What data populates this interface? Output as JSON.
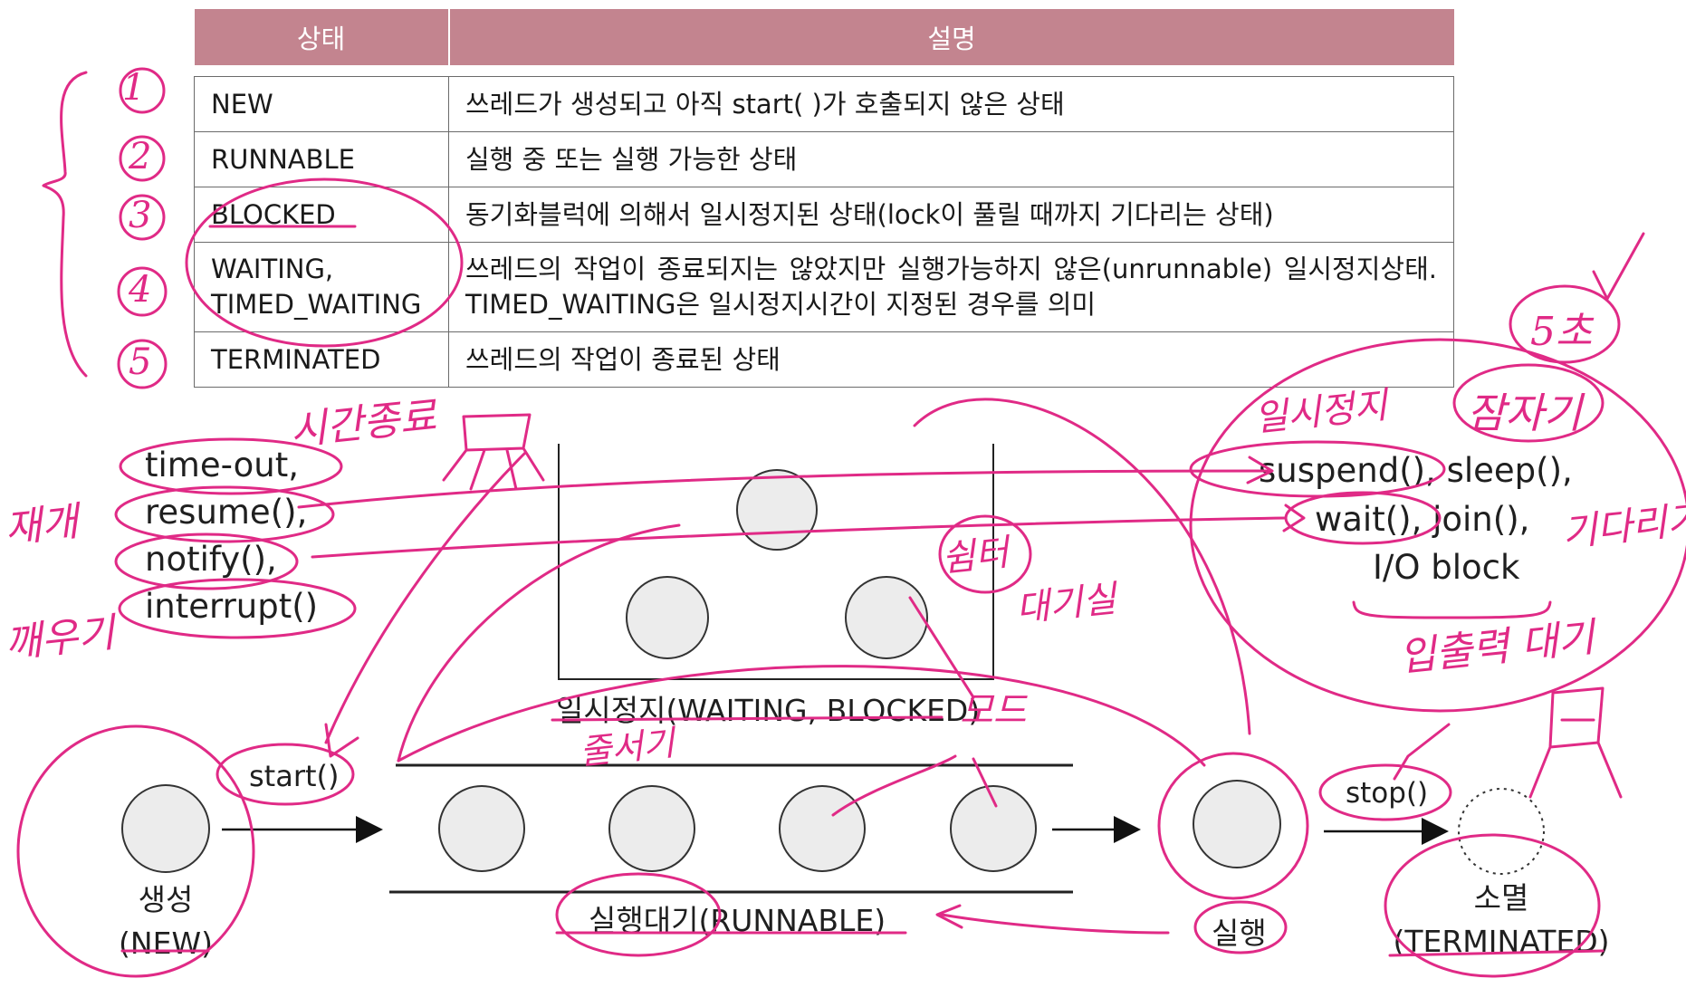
{
  "table": {
    "headers": [
      "상태",
      "설명"
    ],
    "rows": [
      {
        "state": "NEW",
        "desc": "쓰레드가 생성되고 아직 start( )가 호출되지 않은 상태"
      },
      {
        "state": "RUNNABLE",
        "desc": "실행 중 또는 실행 가능한 상태"
      },
      {
        "state": "BLOCKED",
        "desc": "동기화블럭에 의해서 일시정지된 상태(lock이 풀릴 때까지 기다리는 상태)"
      },
      {
        "state": "WAITING,\nTIMED_WAITING",
        "desc": "쓰레드의 작업이 종료되지는 않았지만 실행가능하지 않은(unrunnable) 일시정지상태. TIMED_WAITING은 일시정지시간이 지정된 경우를 의미"
      },
      {
        "state": "TERMINATED",
        "desc": "쓰레드의 작업이 종료된 상태"
      }
    ]
  },
  "diagram": {
    "left_methods": [
      "time-out,",
      "resume(),",
      "notify(),",
      "interrupt()"
    ],
    "right_methods": {
      "line1": "suspend(),  sleep(),",
      "line2": "wait(),  join(),",
      "line3": "I/O  block"
    },
    "start_label": "start()",
    "stop_label": "stop()",
    "new_label": "생성\n(NEW)",
    "terminated_label": "소멸\n(TERMINATED)",
    "waiting_label": "일시정지(WAITING, BLOCKED)",
    "runnable_label": "실행대기(RUNNABLE)",
    "running_label": "실행"
  },
  "annotations": {
    "numbers": [
      "1",
      "2",
      "3",
      "4",
      "5"
    ],
    "resume_note": "재개",
    "interrupt_note": "깨우기",
    "timeout_note": "시간종료",
    "rest_note": "쉼터",
    "waiting_room_note": "대기실",
    "lines_note": "줄서기",
    "pause_note": "일시정지",
    "five_note": "5초",
    "sleep_note": "잠자기",
    "wait_note": "기다리기",
    "io_note": "입출력 대기",
    "mode_note": "모드"
  },
  "colors": {
    "header_bg": "#c3848f",
    "annotation": "#e02a86",
    "circle_fill": "#ececec"
  }
}
